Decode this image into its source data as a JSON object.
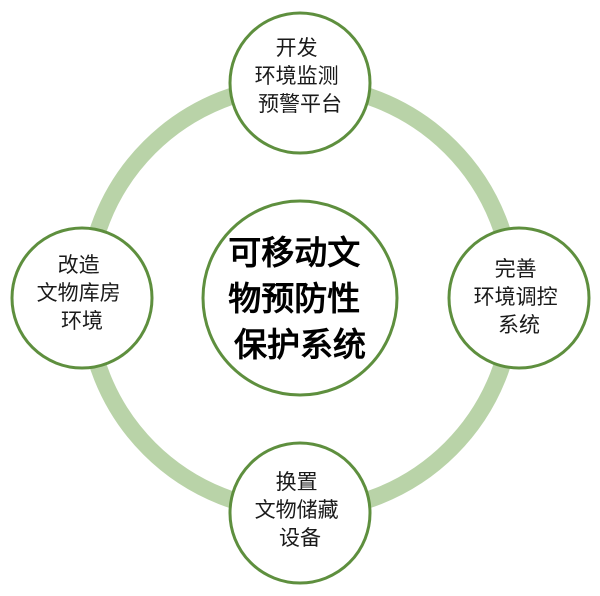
{
  "colors": {
    "ring": "#b9d3a8",
    "node_border": "#5e8f3e",
    "node_fill": "#ffffff",
    "text": "#1a1a1a"
  },
  "center": {
    "lines": [
      "可移动文",
      "物预防性",
      "保护系统"
    ]
  },
  "nodes": [
    {
      "id": "top",
      "lines": [
        "开发",
        "环境监测",
        "预警平台"
      ]
    },
    {
      "id": "right",
      "lines": [
        "完善",
        "环境调控",
        "系统"
      ]
    },
    {
      "id": "bottom",
      "lines": [
        "换置",
        "文物储藏",
        "设备"
      ]
    },
    {
      "id": "left",
      "lines": [
        "改造",
        "文物库房",
        "环境"
      ]
    }
  ]
}
